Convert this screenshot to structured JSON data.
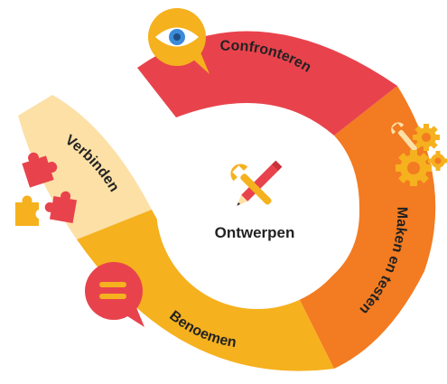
{
  "center": {
    "label": "Ontwerpen",
    "icon": "pencil-wrench-icon"
  },
  "segments": [
    {
      "key": "confronteren",
      "label": "Confronteren",
      "color": "#E8434C",
      "icon": "eye-speech-bubble-icon"
    },
    {
      "key": "maken",
      "label": "Maken en testen",
      "color": "#F37B21",
      "icon": "wrench-gears-icon"
    },
    {
      "key": "benoemen",
      "label": "Benoemen",
      "color": "#F5B11E",
      "icon": "chat-bubble-icon"
    },
    {
      "key": "verbinden",
      "label": "Verbinden",
      "color": "#FCE0A6",
      "icon": "puzzle-pieces-icon"
    }
  ],
  "colors": {
    "icon_bubble_red": "#E8434C",
    "icon_bubble_yellow": "#F5B11E",
    "gear": "#F5B11E",
    "puzzle_red": "#E8434C",
    "puzzle_yellow": "#F5B11E",
    "eye_blue": "#3C8BD9"
  }
}
